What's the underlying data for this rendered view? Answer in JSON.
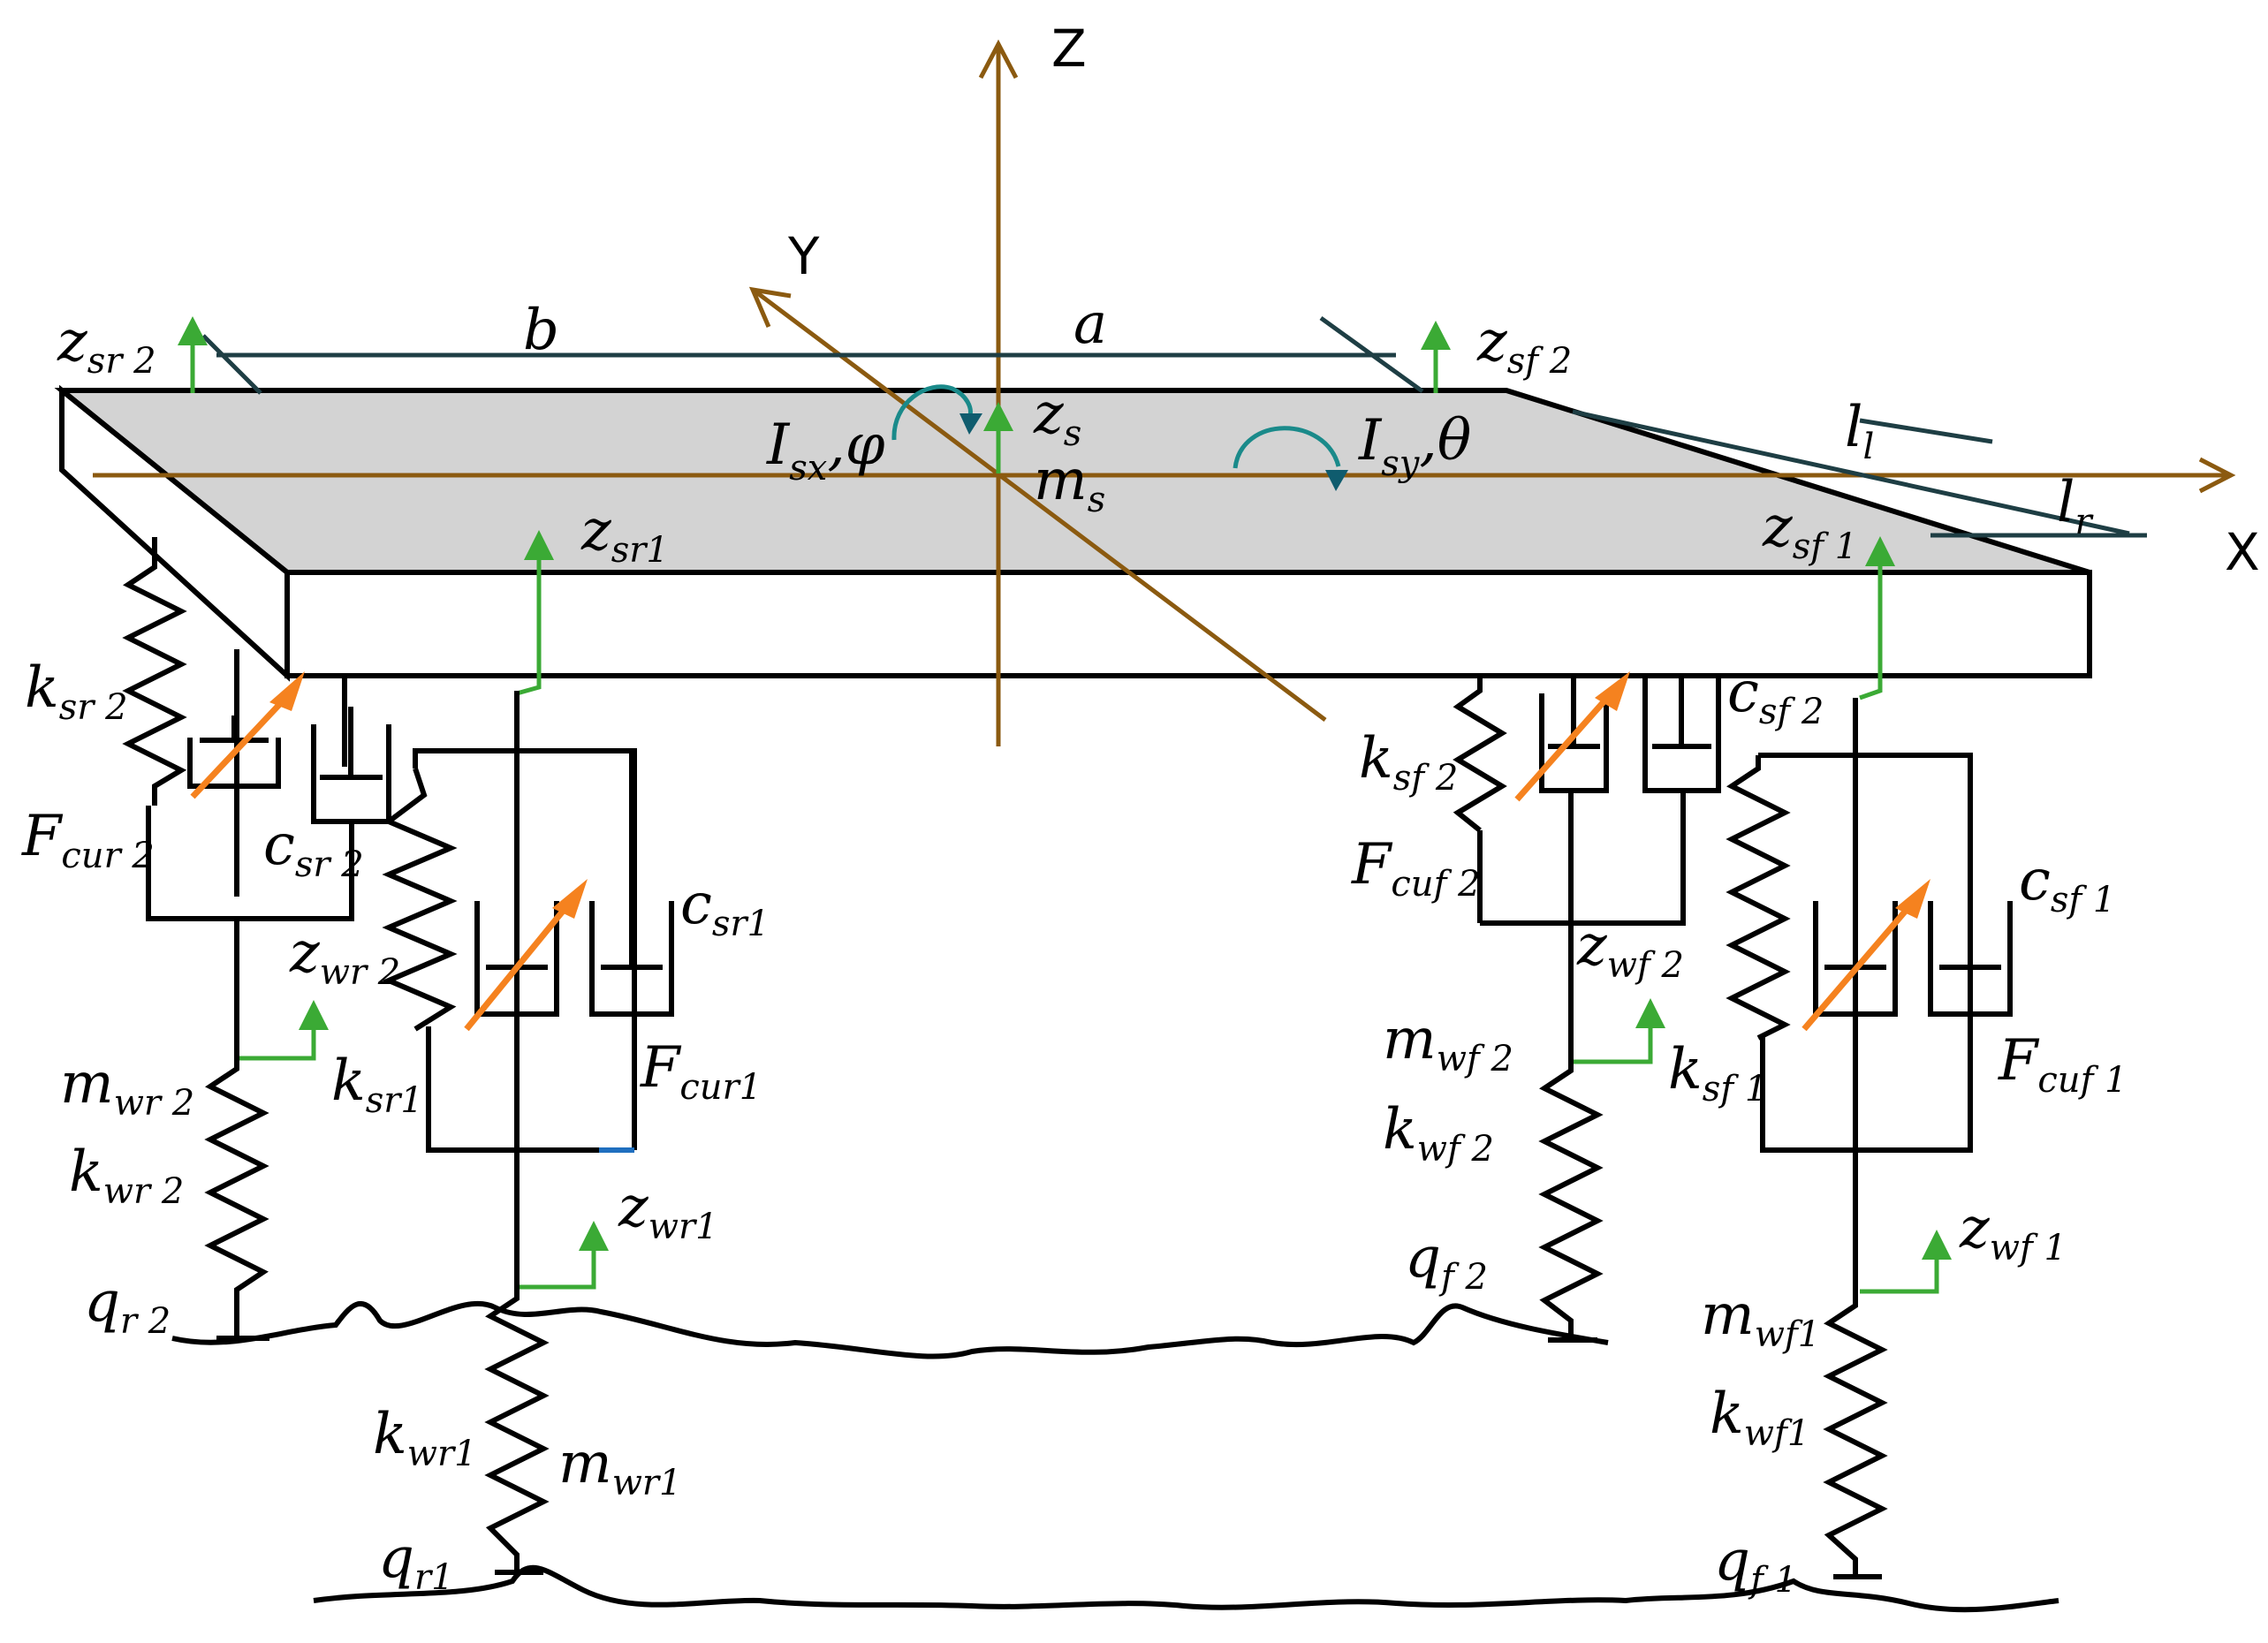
{
  "colors": {
    "axis": "#8B5A10",
    "displacement_arrow": "#3BAA35",
    "actuator_arrow": "#F5821F",
    "rotation": "#1A8A8A",
    "body_top": "#D3D3D3",
    "dimension_line": "#1E3E44"
  },
  "axes": {
    "x": "X",
    "y": "Y",
    "z": "Z"
  },
  "labels": {
    "zs": {
      "main": "z",
      "sub": "s"
    },
    "ms": {
      "main": "m",
      "sub": "s"
    },
    "Isx": {
      "main": "I",
      "sub": "sx",
      "tail": ",φ"
    },
    "Isy": {
      "main": "I",
      "sub": "sy",
      "tail": ",θ"
    },
    "a": {
      "main": "a"
    },
    "b": {
      "main": "b"
    },
    "ll": {
      "main": "l",
      "sub": "l"
    },
    "lr": {
      "main": "l",
      "sub": "r"
    },
    "zsr2": {
      "main": "z",
      "sub": "sr 2"
    },
    "zsf2": {
      "main": "z",
      "sub": "sf 2"
    },
    "zsr1": {
      "main": "z",
      "sub": "sr1"
    },
    "zsf1": {
      "main": "z",
      "sub": "sf 1"
    },
    "ksr2": {
      "main": "k",
      "sub": "sr 2"
    },
    "csr2": {
      "main": "c",
      "sub": "sr 2"
    },
    "Fcur2": {
      "main": "F",
      "sub": "cur 2"
    },
    "zwr2": {
      "main": "z",
      "sub": "wr 2"
    },
    "mwr2": {
      "main": "m",
      "sub": "wr 2"
    },
    "kwr2": {
      "main": "k",
      "sub": "wr 2"
    },
    "qr2": {
      "main": "q",
      "sub": "r 2"
    },
    "csr1": {
      "main": "c",
      "sub": "sr1"
    },
    "ksr1": {
      "main": "k",
      "sub": "sr1"
    },
    "Fcur1": {
      "main": "F",
      "sub": "cur1"
    },
    "zwr1": {
      "main": "z",
      "sub": "wr1"
    },
    "kwr1": {
      "main": "k",
      "sub": "wr1"
    },
    "mwr1": {
      "main": "m",
      "sub": "wr1"
    },
    "qr1": {
      "main": "q",
      "sub": "r1"
    },
    "ksf2": {
      "main": "k",
      "sub": "sf 2"
    },
    "csf2": {
      "main": "c",
      "sub": "sf 2"
    },
    "Fcuf2": {
      "main": "F",
      "sub": "cuf 2"
    },
    "zwf2": {
      "main": "z",
      "sub": "wf 2"
    },
    "mwf2": {
      "main": "m",
      "sub": "wf 2"
    },
    "kwf2": {
      "main": "k",
      "sub": "wf 2"
    },
    "qf2": {
      "main": "q",
      "sub": "f 2"
    },
    "csf1": {
      "main": "c",
      "sub": "sf 1"
    },
    "ksf1": {
      "main": "k",
      "sub": "sf 1"
    },
    "Fcuf1": {
      "main": "F",
      "sub": "cuf 1"
    },
    "zwf1": {
      "main": "z",
      "sub": "wf 1"
    },
    "mwf1": {
      "main": "m",
      "sub": "wf1"
    },
    "kwf1": {
      "main": "k",
      "sub": "wf1"
    },
    "qf1": {
      "main": "q",
      "sub": "f 1"
    }
  }
}
